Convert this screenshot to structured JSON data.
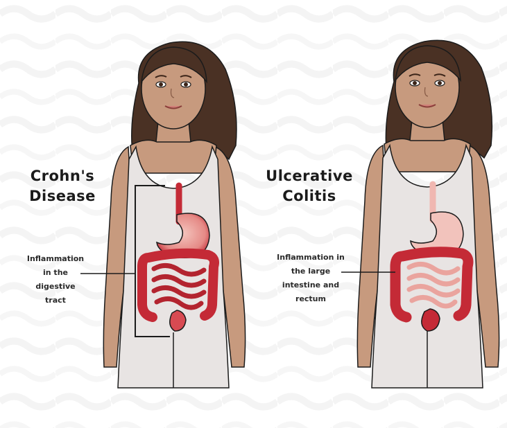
{
  "panels": [
    {
      "title_line1": "Crohn's",
      "title_line2": "Disease",
      "callout": [
        "Inflammation",
        "in the",
        "digestive",
        "tract"
      ]
    },
    {
      "title_line1": "Ulcerative",
      "title_line2": "Colitis",
      "callout": [
        "Inflammation in",
        "the large",
        "intestine and",
        "rectum"
      ]
    }
  ],
  "colors": {
    "background": "#ffffff",
    "skin": "#c79a7e",
    "hair": "#4a3124",
    "tank_top": "#e8e4e3",
    "inflamed": "#c42a36",
    "healthy_gut": "#f0b7b1",
    "line": "#1b1b1b"
  }
}
